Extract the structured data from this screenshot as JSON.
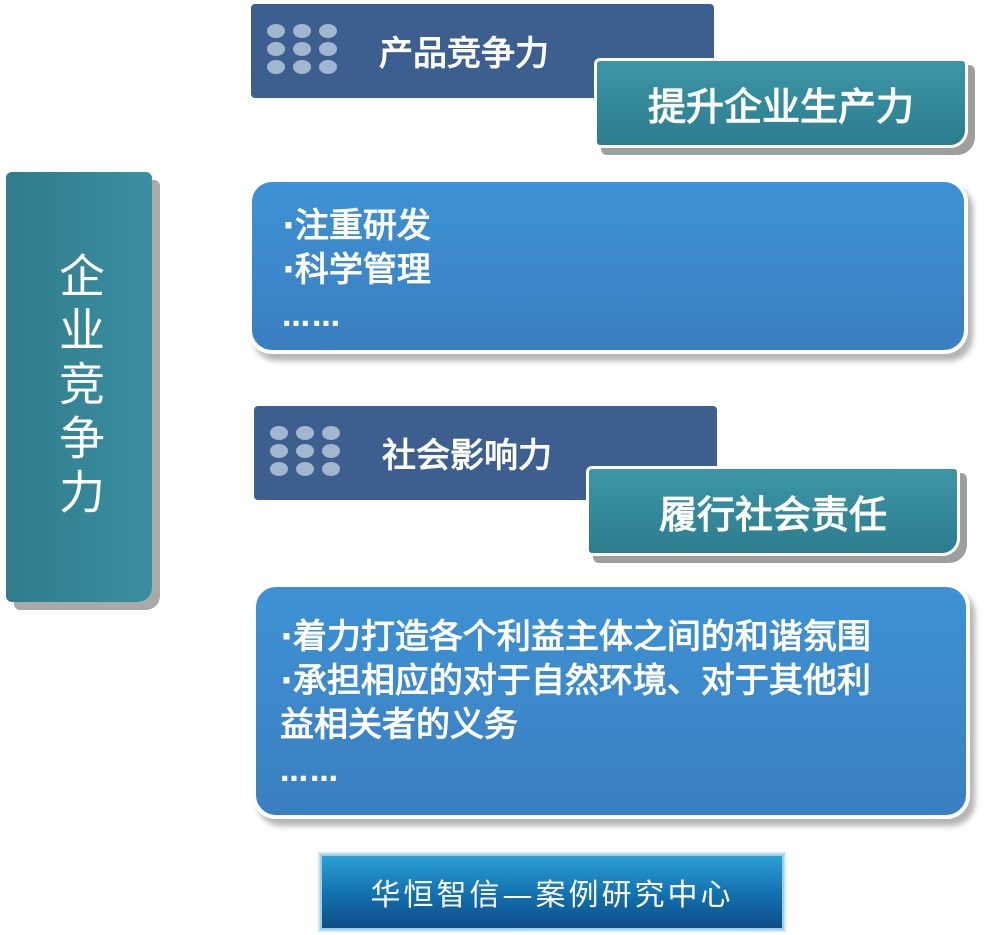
{
  "side_title": "企业竞争力",
  "sections": [
    {
      "tab_label": "产品竞争力",
      "badge_label": "提升企业生产力",
      "items": [
        "·注重研发",
        "·科学管理"
      ],
      "more": "……"
    },
    {
      "tab_label": "社会影响力",
      "badge_label": "履行社会责任",
      "items": [
        "·着力打造各个利益主体之间的和谐氛围",
        "·承担相应的对于自然环境、对于其他利",
        "益相关者的义务"
      ],
      "more": "……"
    }
  ],
  "footer": "华恒智信—案例研究中心",
  "colors": {
    "side_bg": "#3a8fa1",
    "tab_bg": "#3c5f90",
    "badge_bg": "#2b7d8e",
    "box_bg": "#3d8ad0",
    "footer_bg": "#126fae"
  }
}
